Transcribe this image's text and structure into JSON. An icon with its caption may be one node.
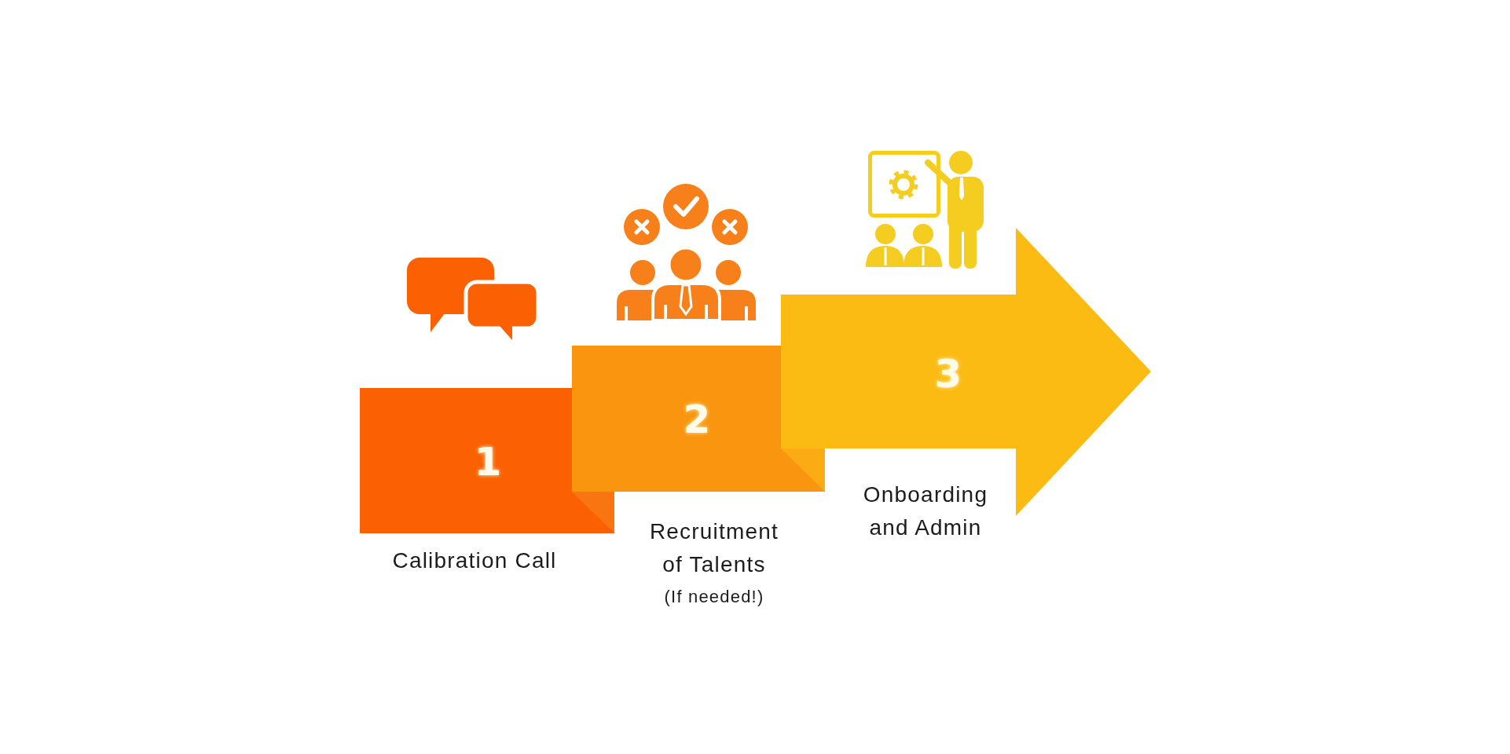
{
  "diagram": {
    "nodes": [
      {
        "text": [
          "1"
        ],
        "beside": [
          "Calibration Call"
        ]
      },
      {
        "text": [
          "2"
        ],
        "beside": [
          "Recruitment of Talents",
          "(If needed!)"
        ]
      },
      {
        "text": [
          "3"
        ],
        "beside": [
          "Onboarding and Admin"
        ]
      }
    ]
  }
}
